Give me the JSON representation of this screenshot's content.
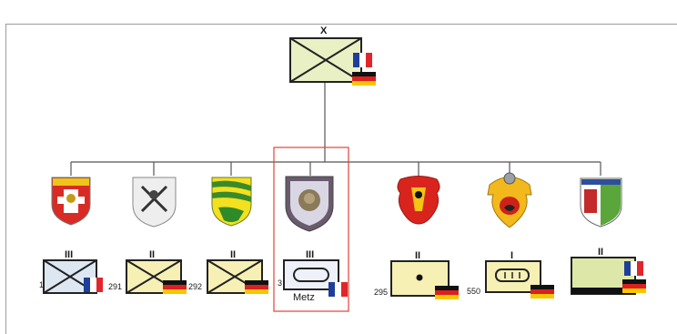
{
  "header_text": "",
  "hq": {
    "echelon": "X",
    "flags": [
      "france",
      "germany"
    ]
  },
  "units": [
    {
      "number": "1",
      "echelon": "III",
      "type": "infantry",
      "nation": "france",
      "crest": "red-yellow-crest-icon"
    },
    {
      "number": "291",
      "echelon": "II",
      "type": "infantry",
      "nation": "germany",
      "crest": "white-grey-crest-icon"
    },
    {
      "number": "292",
      "echelon": "II",
      "type": "infantry",
      "nation": "germany",
      "crest": "yellow-green-crest-icon"
    },
    {
      "number": "3",
      "echelon": "III",
      "type": "armored-recon",
      "nation": "france",
      "crest": "blue-shield-crest-icon",
      "location": "Metz"
    },
    {
      "number": "295",
      "echelon": "II",
      "type": "artillery",
      "nation": "germany",
      "crest": "red-crest-icon"
    },
    {
      "number": "550",
      "echelon": "I",
      "type": "armored",
      "nation": "germany",
      "crest": "red-dragon-crest-icon"
    },
    {
      "number": "",
      "echelon": "II",
      "type": "support",
      "nation": "france-germany",
      "crest": "blue-green-crest-icon"
    }
  ],
  "colors": {
    "friendly_fill": "#e9f0c4",
    "yellow_fill": "#f7f0b5",
    "blue_fill": "#dce7f2",
    "highlight": "#e0443a",
    "line": "#555555"
  }
}
